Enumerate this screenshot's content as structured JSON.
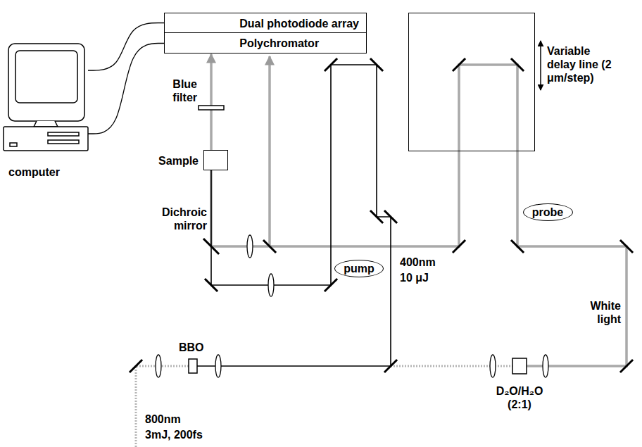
{
  "diagram": {
    "nodes": [
      {
        "text": [
          "Dual photodiode array"
        ]
      },
      {
        "text": [
          "Polychromator"
        ]
      },
      {
        "text": [
          "Variable delay line (2 μm/step)"
        ]
      },
      {
        "text": [
          "computer"
        ]
      },
      {
        "text": [
          "Sample"
        ]
      },
      {
        "text": [
          "probe"
        ]
      },
      {
        "text": [
          "pump"
        ]
      }
    ],
    "edges": [
      {
        "from": 3,
        "to": 0,
        "arrow": "none"
      },
      {
        "from": 3,
        "to": 1,
        "arrow": "none"
      },
      {
        "from": 4,
        "to": 1,
        "arrow": "to"
      }
    ],
    "labels": [
      "Blue filter",
      "Dichroic mirror",
      "400nm",
      "10 μJ",
      "BBO",
      "D₂O/H₂O (2:1)",
      "White light",
      "800nm",
      "3mJ, 200fs"
    ]
  }
}
